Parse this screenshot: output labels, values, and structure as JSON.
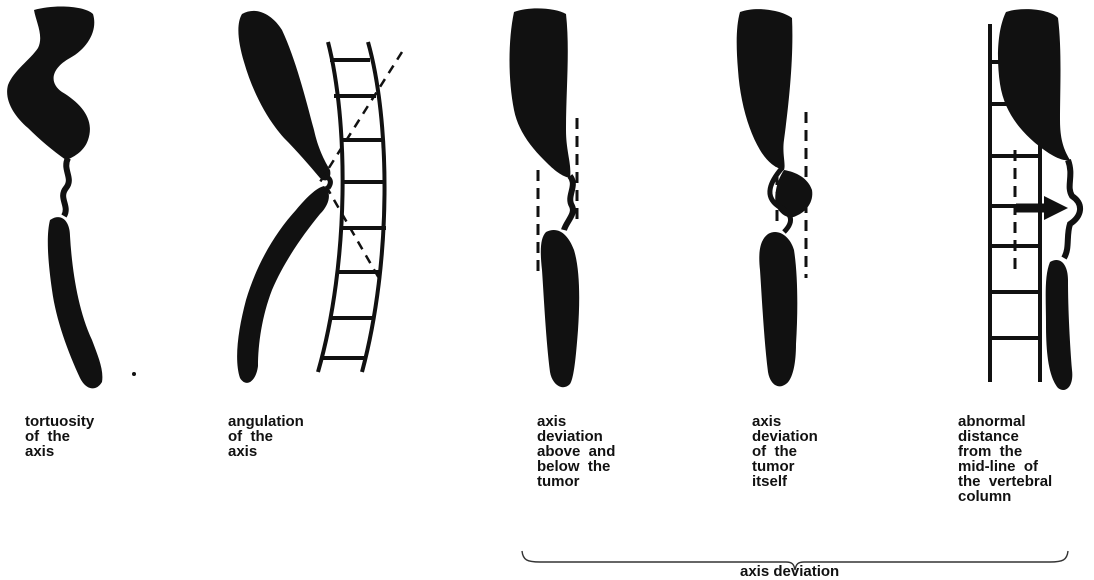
{
  "figure": {
    "panels": [
      {
        "id": "tortuosity",
        "caption": "tortuosity\nof  the\naxis"
      },
      {
        "id": "angulation",
        "caption": "angulation\nof  the\naxis"
      },
      {
        "id": "deviation-above-below",
        "caption": "axis\ndeviation\nabove  and\nbelow  the\ntumor"
      },
      {
        "id": "deviation-tumor",
        "caption": "axis\ndeviation\nof  the\ntumor\nitself"
      },
      {
        "id": "abnormal-distance",
        "caption": "abnormal\ndistance\nfrom  the\nmid-line  of\nthe  vertebral\ncolumn"
      }
    ],
    "group_label": "axis deviation",
    "colors": {
      "ink": "#111111",
      "background": "#ffffff"
    }
  }
}
